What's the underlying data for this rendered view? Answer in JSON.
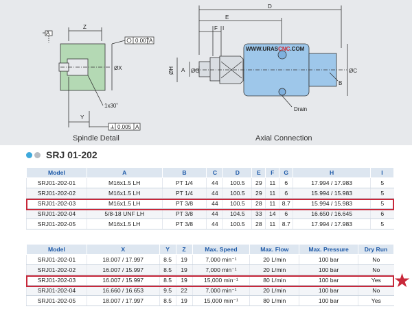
{
  "drawing": {
    "spindle_caption": "Spindle Detail",
    "axial_caption": "Axial Connection",
    "spindle_labels": {
      "z": "Z",
      "datum_a": "A",
      "tol_top_value": "0.007",
      "tol_top_ref": "A",
      "dia_x": "ØX",
      "chamfer": "1x30˚",
      "y": "Y",
      "tol_bottom_value": "0.005",
      "tol_bottom_ref": "A"
    },
    "axial_labels": {
      "d": "D",
      "e": "E",
      "f": "F",
      "i": "I",
      "dia_h": "ØH",
      "a": "A",
      "dia_g": "ØG",
      "dia_c": "ØC",
      "b": "B",
      "drain": "Drain",
      "url_prefix": "WWW.URAS",
      "url_mid": "CNC",
      "url_suffix": ".COM"
    },
    "colors": {
      "body_blue": "#9ec7ea",
      "line": "#333333",
      "url_red": "#d2262c"
    }
  },
  "section": {
    "title": "SRJ 01-202",
    "dot1_color": "#3fa9dc",
    "dot2_color": "#b8bcc2"
  },
  "table1": {
    "headers": [
      "Model",
      "A",
      "B",
      "C",
      "D",
      "E",
      "F",
      "G",
      "H",
      "I"
    ],
    "rows": [
      [
        "SRJ01-202-01",
        "M16x1.5 LH",
        "PT 1/4",
        "44",
        "100.5",
        "29",
        "11",
        "6",
        "17.994 / 17.983",
        "5"
      ],
      [
        "SRJ01-202-02",
        "M16x1.5 LH",
        "PT 1/4",
        "44",
        "100.5",
        "29",
        "11",
        "6",
        "15.994 / 15.983",
        "5"
      ],
      [
        "SRJ01-202-03",
        "M16x1.5 LH",
        "PT 3/8",
        "44",
        "100.5",
        "28",
        "11",
        "8.7",
        "15.994 / 15.983",
        "5"
      ],
      [
        "SRJ01-202-04",
        "5/8-18 UNF LH",
        "PT 3/8",
        "44",
        "104.5",
        "33",
        "14",
        "6",
        "16.650 / 16.645",
        "6"
      ],
      [
        "SRJ01-202-05",
        "M16x1.5 LH",
        "PT 3/8",
        "44",
        "100.5",
        "28",
        "11",
        "8.7",
        "17.994 / 17.983",
        "5"
      ]
    ]
  },
  "table2": {
    "headers": [
      "Model",
      "X",
      "Y",
      "Z",
      "Max. Speed",
      "Max. Flow",
      "Max. Pressure",
      "Dry Run"
    ],
    "rows": [
      [
        "SRJ01-202-01",
        "18.007 / 17.997",
        "8.5",
        "19",
        "7,000 min⁻¹",
        "20 L/min",
        "100 bar",
        "No"
      ],
      [
        "SRJ01-202-02",
        "16.007 / 15.997",
        "8.5",
        "19",
        "7,000 min⁻¹",
        "20 L/min",
        "100 bar",
        "No"
      ],
      [
        "SRJ01-202-03",
        "16.007 / 15.997",
        "8.5",
        "19",
        "15,000 min⁻¹",
        "80 L/min",
        "100 bar",
        "Yes"
      ],
      [
        "SRJ01-202-04",
        "16.660 / 16.653",
        "9.5",
        "22",
        "7,000 min⁻¹",
        "20 L/min",
        "100 bar",
        "No"
      ],
      [
        "SRJ01-202-05",
        "18.007 / 17.997",
        "8.5",
        "19",
        "15,000 min⁻¹",
        "80 L/min",
        "100 bar",
        "Yes"
      ]
    ]
  },
  "highlight": {
    "color": "#c8283a",
    "star": "★"
  }
}
